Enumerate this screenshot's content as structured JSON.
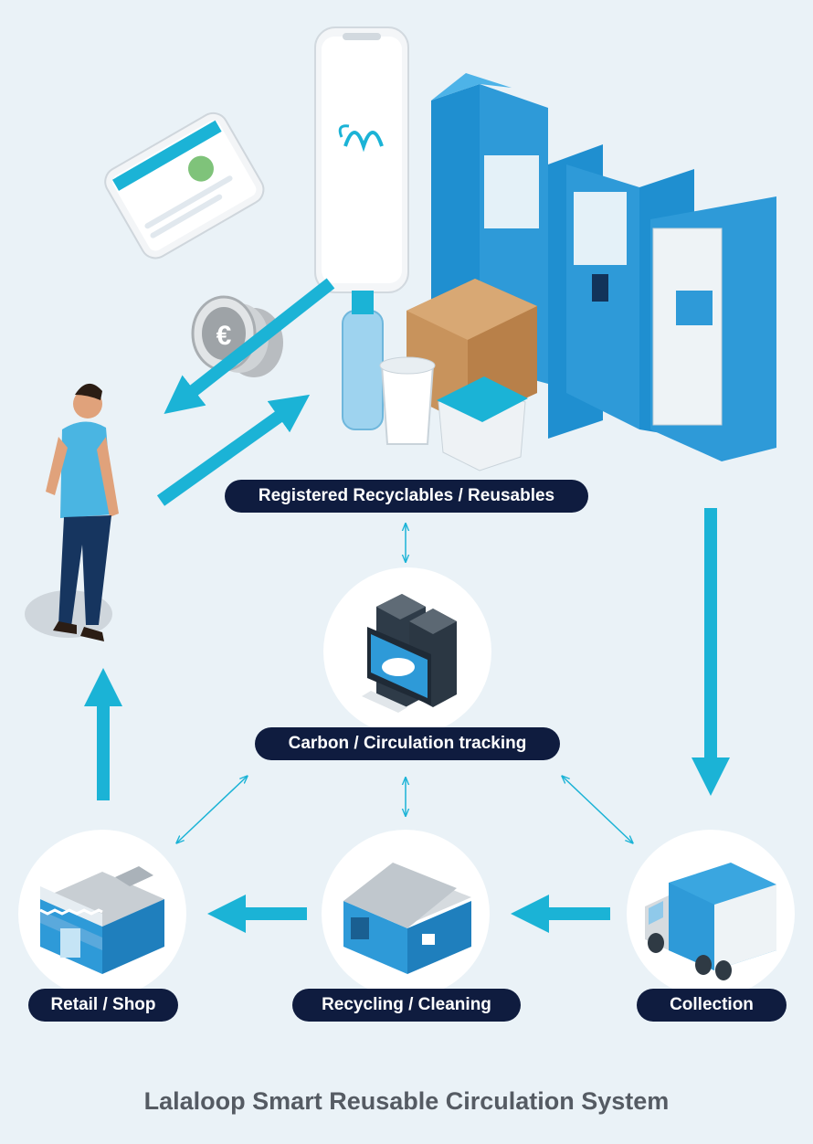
{
  "colors": {
    "background": "#eaf2f7",
    "accent": "#1bb3d6",
    "pill_background": "#0f1c3f",
    "pill_text": "#ffffff",
    "machine_blue": "#2e9ad8",
    "footer_text": "#555b63"
  },
  "labels": {
    "registered": "Registered Recyclables / Reusables",
    "tracking": "Carbon / Circulation tracking",
    "retail": "Retail / Shop",
    "recycling": "Recycling / Cleaning",
    "collection": "Collection"
  },
  "brand": {
    "name": "Lalaloop"
  },
  "footer": {
    "title": "Lalaloop Smart Reusable Circulation System"
  },
  "icons": {
    "coin": "euro-coin-icon",
    "phone": "smartphone-app-icon",
    "vending": "reverse-vending-machine-icon",
    "server": "server-monitor-icon",
    "store": "retail-store-icon",
    "warehouse": "warehouse-icon",
    "truck": "delivery-truck-icon",
    "person": "walking-person-icon"
  }
}
